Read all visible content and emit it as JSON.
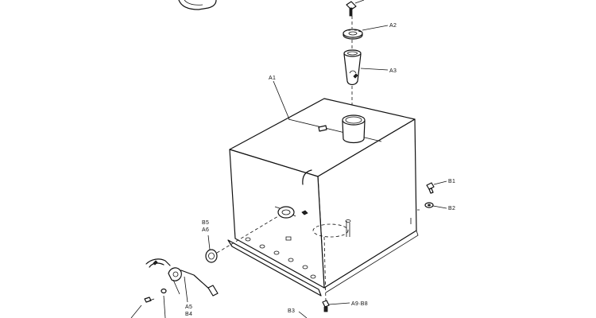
{
  "callouts": {
    "a1": "A1",
    "a2": "A2",
    "a3": "A3",
    "b1": "B1",
    "b2": "B2",
    "b5": "B5",
    "a6": "A6",
    "a5": "A5",
    "b4": "B4",
    "a9b8": "A9·B8",
    "b3": "B3"
  }
}
